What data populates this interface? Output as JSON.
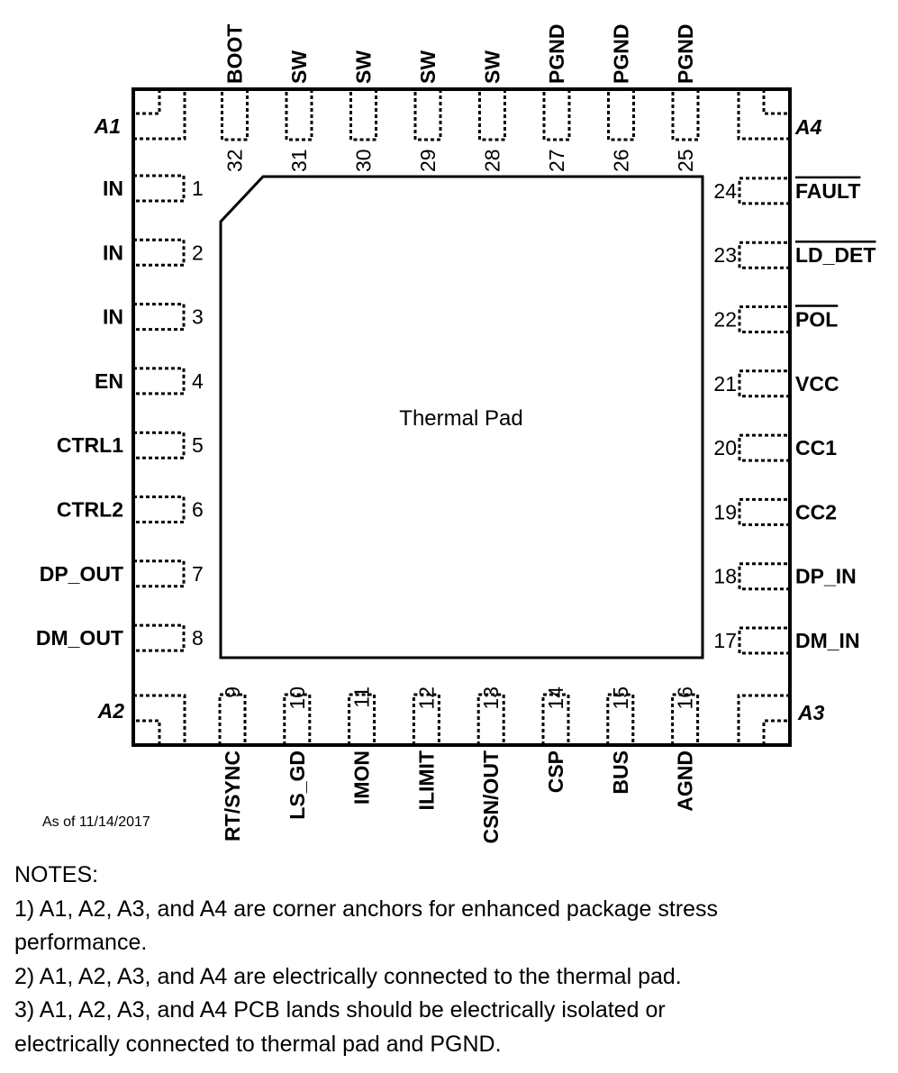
{
  "thermal_pad_label": "Thermal Pad",
  "date_stamp": "As of 11/14/2017",
  "pins": {
    "left": [
      {
        "num": "1",
        "name": "IN"
      },
      {
        "num": "2",
        "name": "IN"
      },
      {
        "num": "3",
        "name": "IN"
      },
      {
        "num": "4",
        "name": "EN"
      },
      {
        "num": "5",
        "name": "CTRL1"
      },
      {
        "num": "6",
        "name": "CTRL2"
      },
      {
        "num": "7",
        "name": "DP_OUT"
      },
      {
        "num": "8",
        "name": "DM_OUT"
      }
    ],
    "bottom": [
      {
        "num": "9",
        "name": "RT/SYNC"
      },
      {
        "num": "10",
        "name": "LS_GD"
      },
      {
        "num": "11",
        "name": "IMON"
      },
      {
        "num": "12",
        "name": "ILIMIT"
      },
      {
        "num": "13",
        "name": "CSN/OUT"
      },
      {
        "num": "14",
        "name": "CSP"
      },
      {
        "num": "15",
        "name": "BUS"
      },
      {
        "num": "16",
        "name": "AGND"
      }
    ],
    "right": [
      {
        "num": "17",
        "name": "DM_IN",
        "overbar": false
      },
      {
        "num": "18",
        "name": "DP_IN",
        "overbar": false
      },
      {
        "num": "19",
        "name": "CC2",
        "overbar": false
      },
      {
        "num": "20",
        "name": "CC1",
        "overbar": false
      },
      {
        "num": "21",
        "name": "VCC",
        "overbar": false
      },
      {
        "num": "22",
        "name": "POL",
        "overbar": true
      },
      {
        "num": "23",
        "name": "LD_DET",
        "overbar": true
      },
      {
        "num": "24",
        "name": "FAULT",
        "overbar": true
      }
    ],
    "top": [
      {
        "num": "25",
        "name": "PGND"
      },
      {
        "num": "26",
        "name": "PGND"
      },
      {
        "num": "27",
        "name": "PGND"
      },
      {
        "num": "28",
        "name": "SW"
      },
      {
        "num": "29",
        "name": "SW"
      },
      {
        "num": "30",
        "name": "SW"
      },
      {
        "num": "31",
        "name": "SW"
      },
      {
        "num": "32",
        "name": "BOOT"
      }
    ]
  },
  "anchors": {
    "a1": "A1",
    "a2": "A2",
    "a3": "A3",
    "a4": "A4"
  },
  "notes": {
    "heading": "NOTES:",
    "line1": "1) A1, A2, A3, and A4 are corner anchors for enhanced package stress",
    "line2": "performance.",
    "line3": "2) A1, A2, A3, and A4 are electrically connected to the thermal pad.",
    "line4": "3) A1, A2, A3, and A4 PCB lands should be electrically isolated or",
    "line5": "electrically connected to thermal pad and PGND."
  }
}
